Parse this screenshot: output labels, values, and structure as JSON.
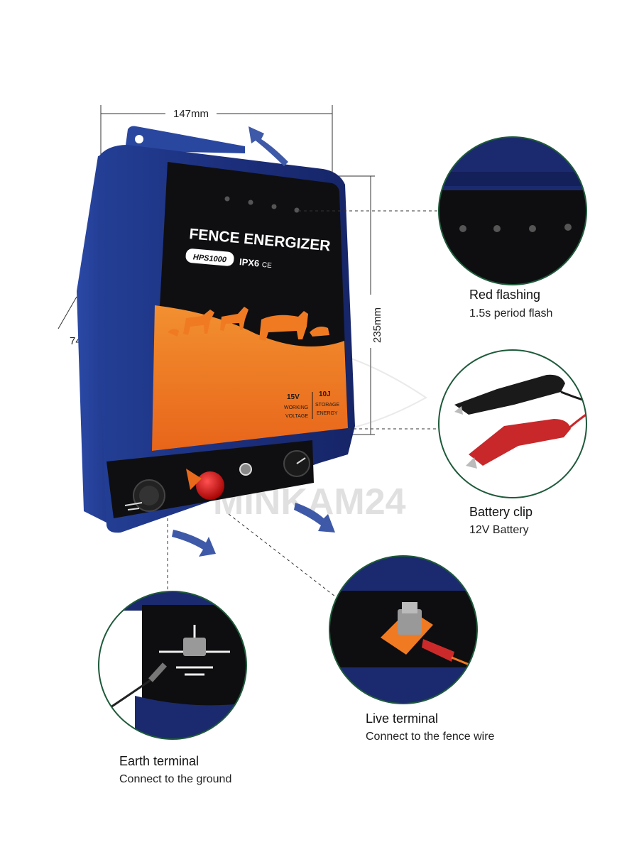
{
  "dimensions": {
    "width": "147mm",
    "height": "235mm",
    "depth": "74mm"
  },
  "product": {
    "title": "FENCE ENERGIZER",
    "model": "HPS1000",
    "rating": "IPX6",
    "cert": "CE",
    "voltage_value": "15V",
    "voltage_label_1": "WORKING",
    "voltage_label_2": "VOLTAGE",
    "energy_value": "10J",
    "energy_label_1": "STORAGE",
    "energy_label_2": "ENERGY"
  },
  "callouts": {
    "leds": {
      "title": "Red flashing",
      "subtitle": "1.5s period flash"
    },
    "clip": {
      "title": "Battery clip",
      "subtitle": "12V Battery"
    },
    "live": {
      "title": "Live terminal",
      "subtitle": "Connect to the fence wire"
    },
    "earth": {
      "title": "Earth terminal",
      "subtitle": "Connect to the ground"
    }
  },
  "watermark": "MINKAM24",
  "colors": {
    "body_blue": "#1f3a8c",
    "accent_orange": "#f07a22",
    "circle_border": "#1e5a3a",
    "arrow_blue": "#3e59a8"
  }
}
